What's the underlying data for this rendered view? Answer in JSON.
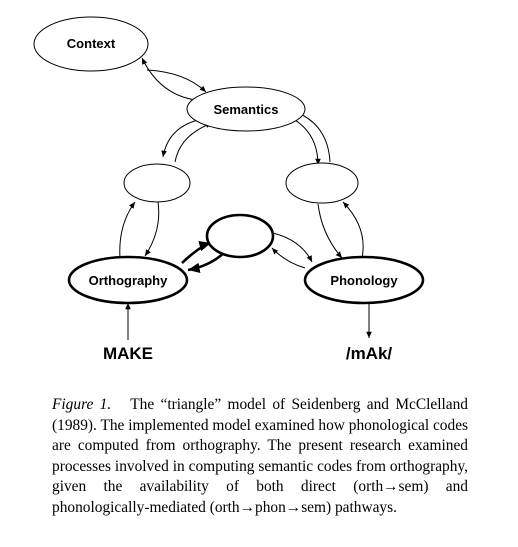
{
  "nodes": {
    "context": "Context",
    "semantics": "Semantics",
    "orthography": "Orthography",
    "phonology": "Phonology",
    "hidden_left": "",
    "hidden_right": "",
    "hidden_bottom": ""
  },
  "input_label": "MAKE",
  "output_label": "/mAk/",
  "caption": {
    "figure_label": "Figure 1.",
    "text": "The “triangle” model of Seidenberg and McClelland (1989). The implemented model examined how phonological codes are computed from orthography. The present research examined processes involved in computing semantic codes from orthography, given the availability of both direct (orth→sem) and phonologically-mediated (orth→phon→sem) pathways."
  }
}
